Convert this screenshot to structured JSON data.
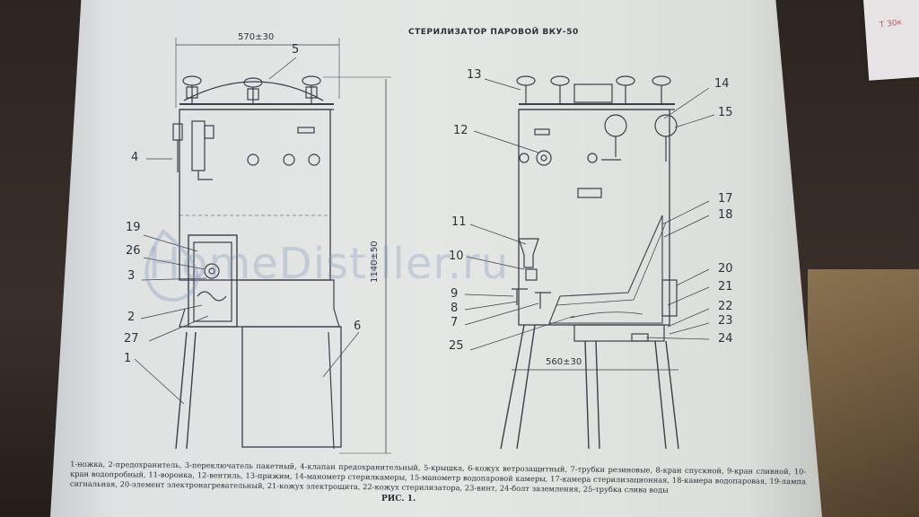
{
  "header": {
    "title": "СТЕРИЛИЗАТОР ПАРОВОЙ ВКУ-50"
  },
  "dimensions": {
    "width_top": "570±30",
    "height_side": "1140±50",
    "width_bottom": "560±30"
  },
  "left_callouts": [
    "5",
    "4",
    "19",
    "26",
    "3",
    "2",
    "27",
    "1",
    "6"
  ],
  "right_callouts": [
    "13",
    "14",
    "12",
    "15",
    "17",
    "18",
    "11",
    "10",
    "9",
    "8",
    "7",
    "25",
    "20",
    "21",
    "22",
    "23",
    "24"
  ],
  "caption": {
    "text": "1-ножка, 2-предохранитель, 3-переключатель пакетный, 4-клапан предохранительный, 5-крышка, 6-кожух ветрозащитный, 7-трубки резиновые, 8-кран спускной, 9-кран сливной, 10-кран водопробный, 11-воронка, 12-вентиль, 13-прижим, 14-манометр стерилкамеры, 15-манометр водопаровой камеры, 17-камера стерилизационная, 18-камера водопаровая, 19-лампа сигнальная, 20-элемент электронагревательный, 21-кожух электрощита, 22-кожух стерилизатора, 23-винт, 24-болт заземления, 25-трубка слива воды",
    "figure": "РИС. 1."
  },
  "watermark": "HomeDistiller.ru",
  "side_card_text": "Т 30к",
  "colors": {
    "paper": "#e3e5e3",
    "ink": "#353a44",
    "desk": "#2d2521",
    "watermark": "#8296b9"
  }
}
